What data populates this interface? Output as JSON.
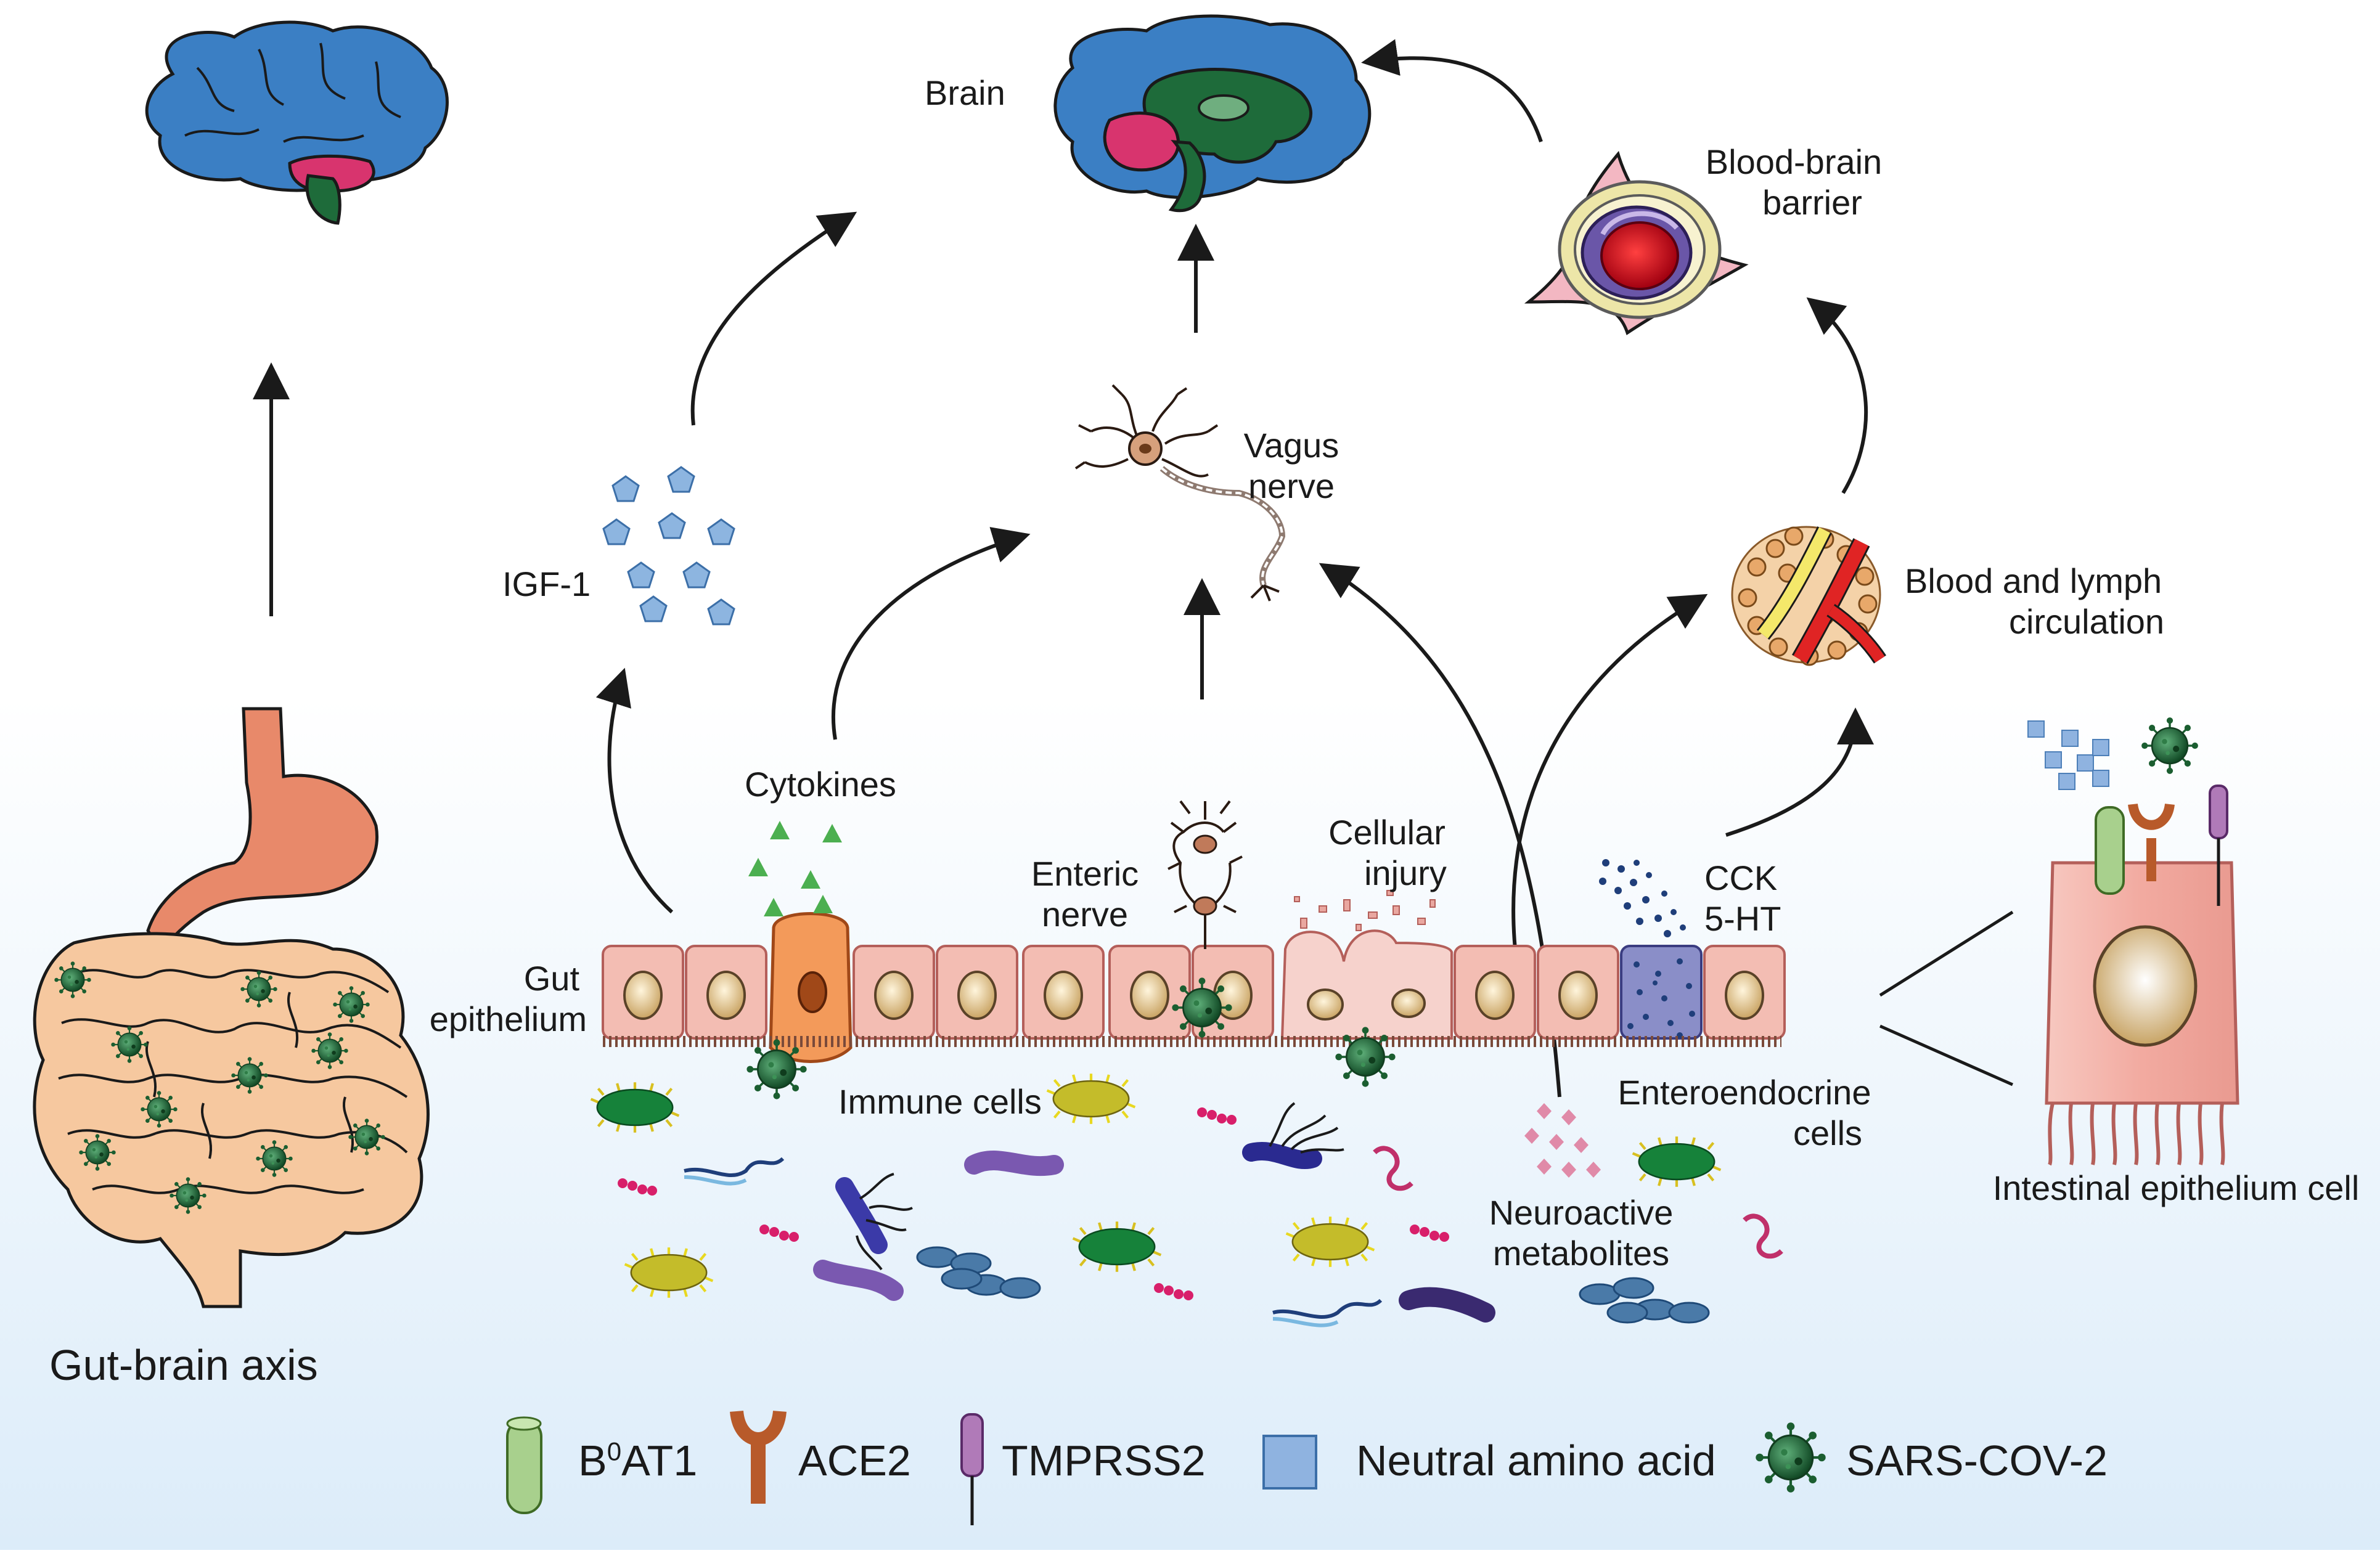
{
  "title": "Gut-brain axis",
  "nodes": {
    "brain": "Brain",
    "bbb_line1": "Blood-brain",
    "bbb_line2": "barrier",
    "vagus_line1": "Vagus",
    "vagus_line2": "nerve",
    "igf": "IGF-1",
    "circ_line1": "Blood and lymph",
    "circ_line2": "circulation",
    "cytokines": "Cytokines",
    "enteric_line1": "Enteric",
    "enteric_line2": "nerve",
    "injury_line1": "Cellular",
    "injury_line2": "injury",
    "cck": "CCK",
    "ht": "5-HT",
    "gut_line1": "Gut",
    "gut_line2": "epithelium",
    "immune": "Immune cells",
    "entero_line1": "Enteroendocrine",
    "entero_line2": "cells",
    "neuro_line1": "Neuroactive",
    "neuro_line2": "metabolites",
    "iec": "Intestinal epithelium cell"
  },
  "legend": {
    "b0at1_base": "B",
    "b0at1_sup": "0",
    "b0at1_rest": "AT1",
    "ace2": "ACE2",
    "tmprss2": "TMPRSS2",
    "neutral": "Neutral amino acid",
    "sars": "SARS-COV-2"
  },
  "colors": {
    "brain_cortex": "#3b7fc4",
    "brain_stem": "#1e6b3a",
    "cerebellum": "#d8346e",
    "epithelium": "#f2b9ae",
    "nucleus": "#e8cf9a",
    "virus": "#1f6b3a",
    "stomach": "#e8896a",
    "intestine": "#f6c89f",
    "b0at1": "#a8d08d",
    "ace2": "#b85a2a",
    "tmprss2": "#b07ab8",
    "amino": "#8fb3e0",
    "background_bottom": "#dfeefb"
  },
  "icons": [
    "brain-icon",
    "blood-brain-barrier-icon",
    "neuron-icon",
    "blood-vessel-icon",
    "virus-icon",
    "stomach-icon",
    "intestine-icon",
    "bacteria-icon"
  ]
}
